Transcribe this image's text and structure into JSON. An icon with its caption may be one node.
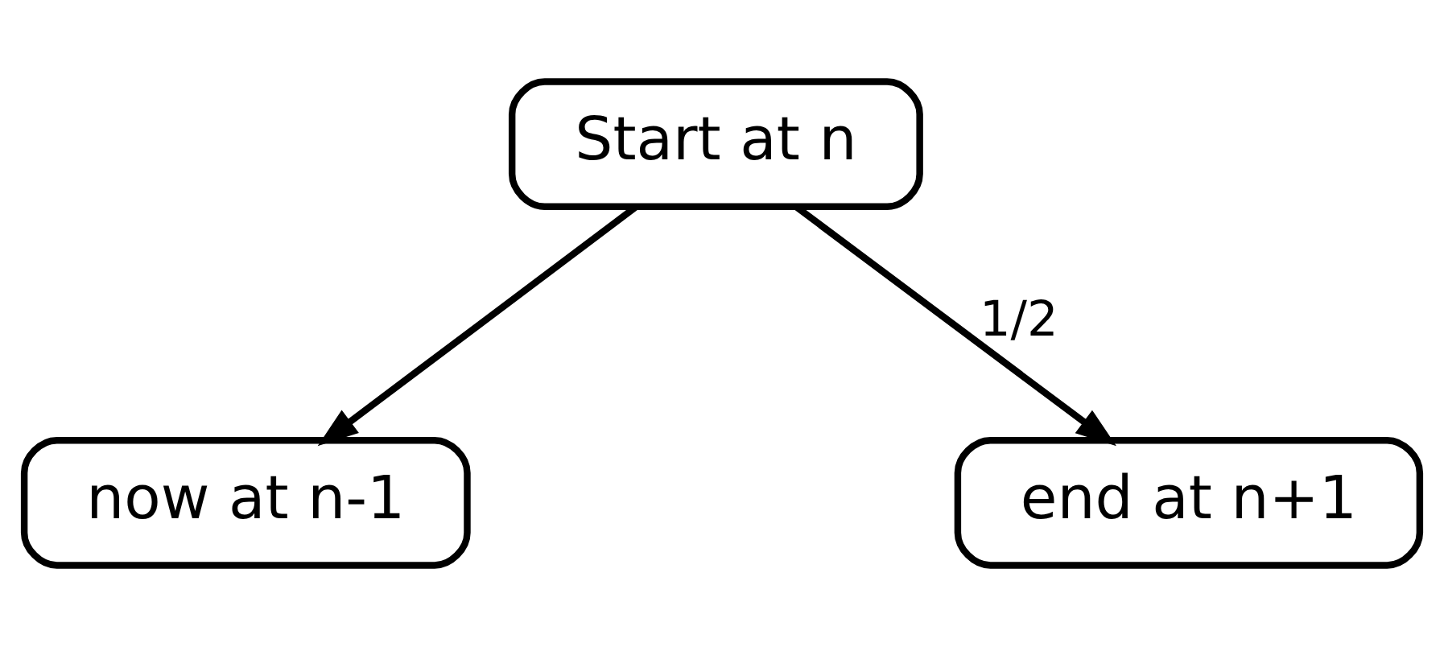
{
  "diagram": {
    "nodes": [
      {
        "text": [
          "Start at n"
        ]
      },
      {
        "text": [
          "now at n-1"
        ]
      },
      {
        "text": [
          "end at n+1"
        ]
      }
    ],
    "edges": [
      {
        "from": 0,
        "to": 1,
        "arrow": "to"
      },
      {
        "from": 0,
        "to": 2,
        "arrow": "to",
        "label": "1/2"
      }
    ]
  }
}
